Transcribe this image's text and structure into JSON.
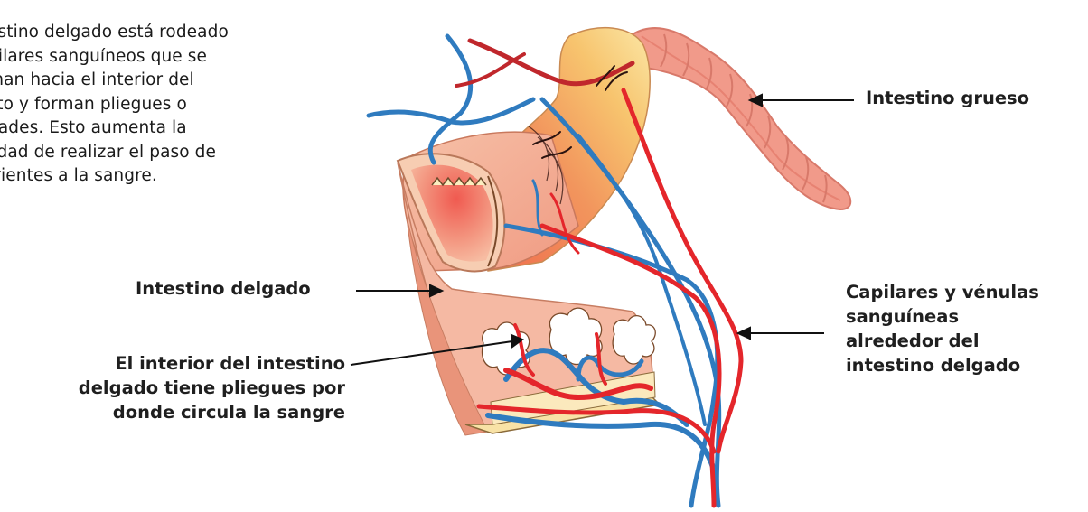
{
  "intro_text": "estino delgado está rodeado pilares sanguíneos que se man hacia el interior del cto y forman pliegues o dades. Esto aumenta la lidad de realizar el paso de trientes a la sangre.",
  "intro_lines": [
    "estino delgado está rodeado",
    "pilares sanguíneos que se",
    "man hacia el interior del",
    "cto y forman pliegues o",
    "dades. Esto aumenta la",
    "lidad de realizar el paso de",
    "trientes a la sangre."
  ],
  "labels": {
    "intestino_grueso": "Intestino grueso",
    "intestino_delgado": "Intestino delgado",
    "interior_lines": [
      "El interior del intestino",
      "delgado tiene pliegues por",
      "donde circula la sangre"
    ],
    "capilares_lines": [
      "Capilares y vénulas",
      "sanguíneas",
      "alrededor del",
      "intestino delgado"
    ]
  },
  "colors": {
    "artery_red": "#e4262b",
    "vein_blue": "#2f7bbf",
    "large_intestine": "#f19a8a",
    "small_intestine_outer": "#f5b9a3",
    "small_intestine_yellow": "#fbd77a"
  }
}
